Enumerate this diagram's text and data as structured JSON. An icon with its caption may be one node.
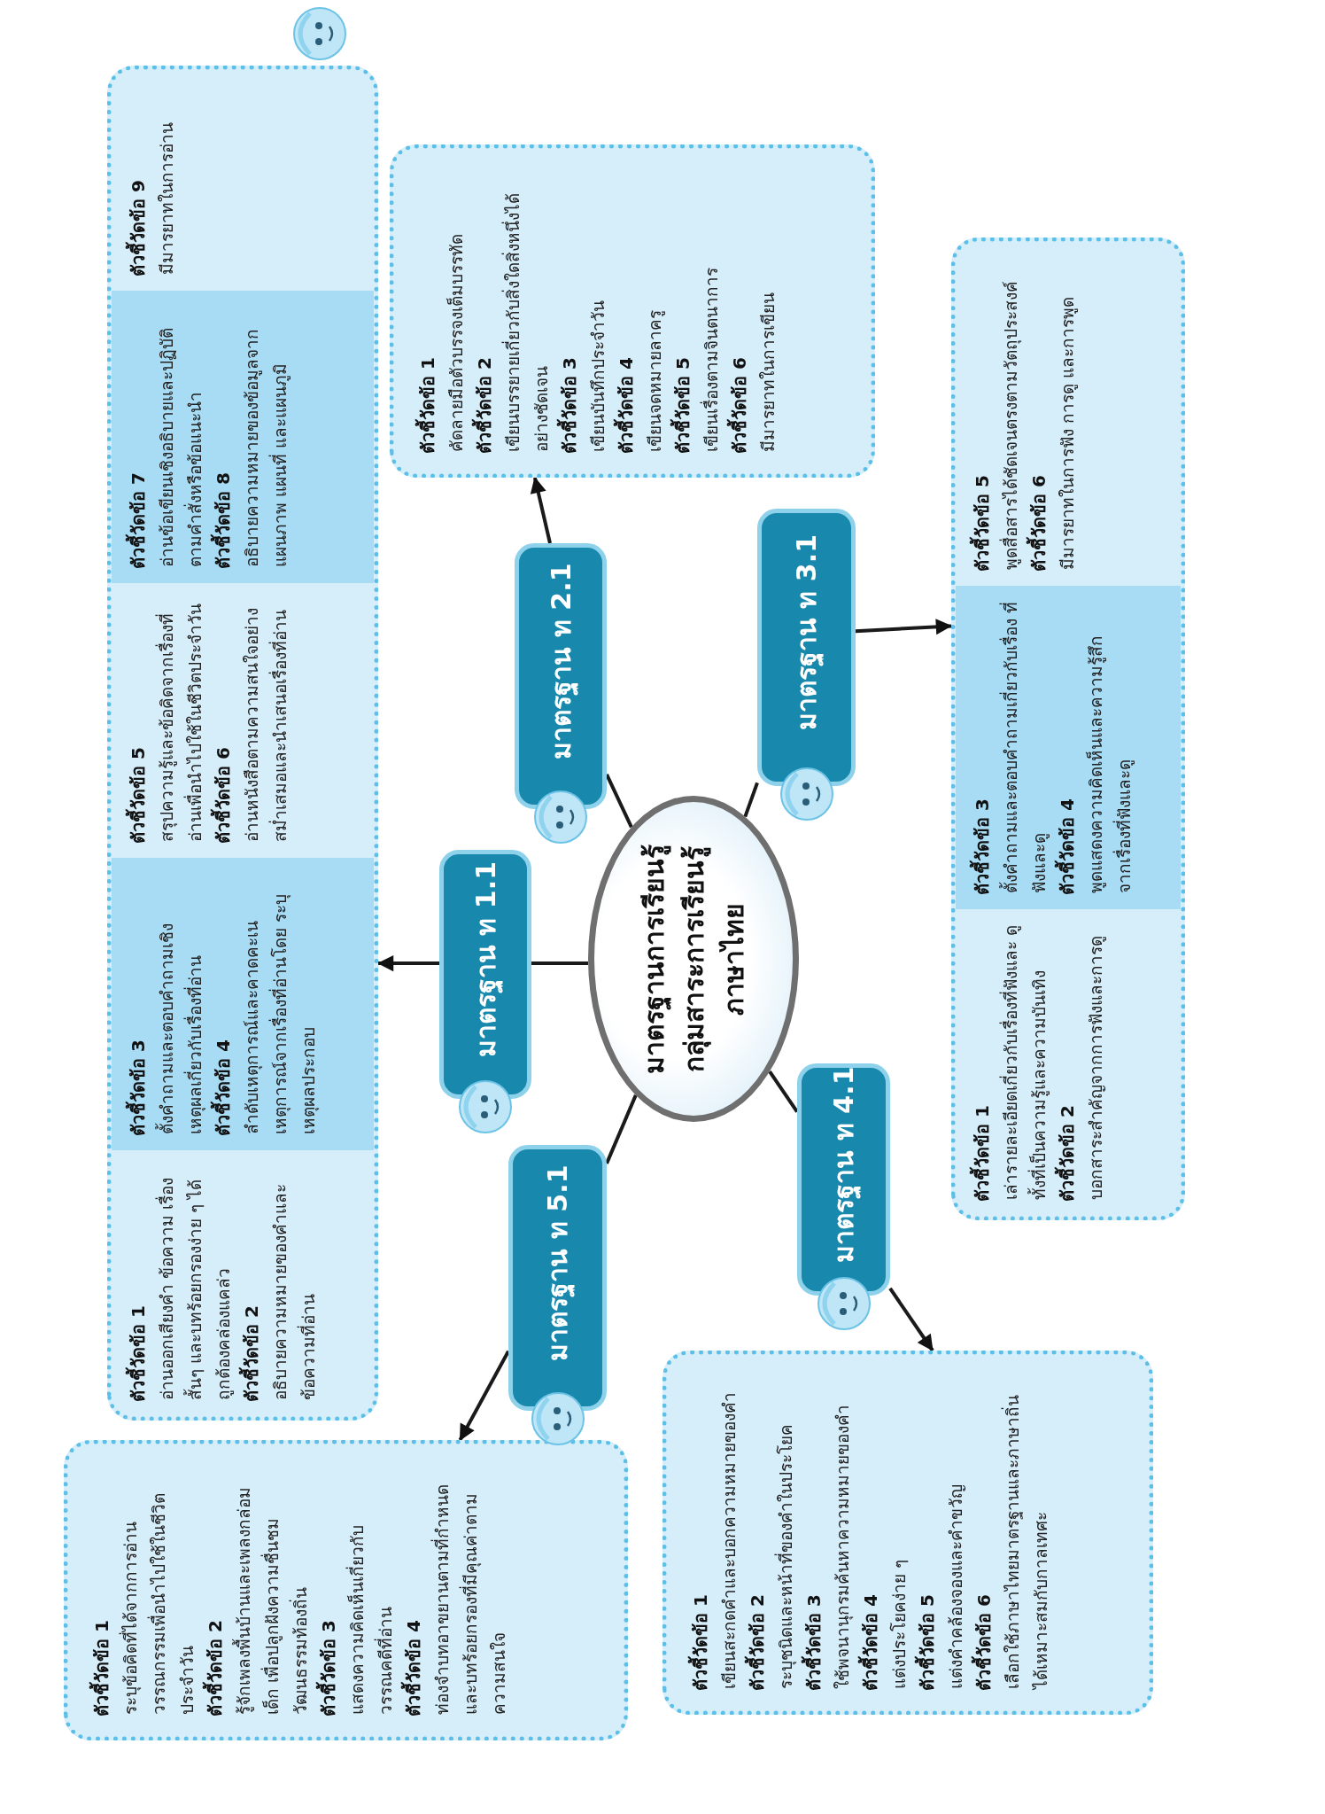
{
  "diagram": {
    "nodes": [
      {
        "text": [
          "มาตรฐานการเรียนรู้ กลุ่มสาระการเรียนรู้ ภาษาไทย"
        ]
      },
      {
        "text": [
          "มาตรฐาน ท 1.1"
        ]
      },
      {
        "text": [
          "มาตรฐาน ท 2.1"
        ]
      },
      {
        "text": [
          "มาตรฐาน ท 3.1"
        ]
      },
      {
        "text": [
          "มาตรฐาน ท 4.1"
        ]
      },
      {
        "text": [
          "มาตรฐาน ท 5.1"
        ]
      },
      {
        "text": [],
        "shape": "box"
      },
      {
        "text": [
          "ตัวชี้วัดข้อ 1",
          "อ่านออกเสียงคำ ข้อความ เรื่อง สั้นๆ และบทร้อยกรองง่าย ๆ ได้ ถูกต้องคล่องแคล่ว",
          "ตัวชี้วัดข้อ 2",
          "อธิบายความหมายของคำและ ข้อความที่อ่าน"
        ],
        "in": 6
      },
      {
        "text": [
          "ตัวชี้วัดข้อ 3",
          "ตั้งคำถามและตอบคำถามเชิง เหตุผลเกี่ยวกับเรื่องที่อ่าน",
          "ตัวชี้วัดข้อ 4",
          "ลำดับเหตุการณ์และคาดคะเน เหตุการณ์จากเรื่องที่อ่านโดย ระบุเหตุผลประกอบ"
        ],
        "in": 6
      },
      {
        "text": [
          "ตัวชี้วัดข้อ 5",
          "สรุปความรู้และข้อคิดจากเรื่องที่ อ่านเพื่อนำไปใช้ในชีวิตประจำวัน",
          "ตัวชี้วัดข้อ 6",
          "อ่านหนังสือตามความสนใจอย่าง สม่ำเสมอและนำเสนอเรื่องที่อ่าน"
        ],
        "in": 6
      },
      {
        "text": [
          "ตัวชี้วัดข้อ 7",
          "อ่านข้อเขียนเชิงอธิบายและปฏิบัติ ตามคำสั่งหรือข้อแนะนำ",
          "ตัวชี้วัดข้อ 8",
          "อธิบายความหมายของข้อมูลจาก แผนภาพ แผนที่ และแผนภูมิ"
        ],
        "in": 6
      },
      {
        "text": [
          "ตัวชี้วัดข้อ 9",
          "มีมารยาทในการอ่าน"
        ],
        "in": 6
      },
      {
        "text": [
          "ตัวชี้วัดข้อ 1",
          "คัดลายมือตัวบรรจงเต็มบรรทัด",
          "ตัวชี้วัดข้อ 2",
          "เขียนบรรยายเกี่ยวกับสิ่งใดสิ่งหนึ่งได้ อย่างชัดเจน",
          "ตัวชี้วัดข้อ 3",
          "เขียนบันทึกประจำวัน",
          "ตัวชี้วัดข้อ 4",
          "เขียนจดหมายลาครู",
          "ตัวชี้วัดข้อ 5",
          "เขียนเรื่องตามจินตนาการ",
          "ตัวชี้วัดข้อ 6",
          "มีมารยาทในการเขียน"
        ]
      },
      {
        "text": [],
        "shape": "box"
      },
      {
        "text": [
          "ตัวชี้วัดข้อ 1",
          "เล่ารายละเอียดเกี่ยวกับเรื่องที่ฟังและ ดูทั้งที่เป็นความรู้และความบันเทิง",
          "ตัวชี้วัดข้อ 2",
          "บอกสาระสำคัญจากการฟังและการดู"
        ],
        "in": 13
      },
      {
        "text": [
          "ตัวชี้วัดข้อ 3",
          "ตั้งคำถามและตอบคำถามเกี่ยวกับเรื่อง ที่ฟังและดู",
          "ตัวชี้วัดข้อ 4",
          "พูดแสดงความคิดเห็นและความรู้สึก จากเรื่องที่ฟังและดู"
        ],
        "in": 13
      },
      {
        "text": [
          "ตัวชี้วัดข้อ 5",
          "พูดสื่อสารได้ชัดเจนตรงตามวัตถุประสงค์",
          "ตัวชี้วัดข้อ 6",
          "มีมารยาทในการฟัง การดู และการพูด"
        ],
        "in": 13
      },
      {
        "text": [
          "ตัวชี้วัดข้อ 1",
          "เขียนสะกดคำและบอกความหมายของคำ",
          "ตัวชี้วัดข้อ 2",
          "ระบุชนิดและหน้าที่ของคำในประโยค",
          "ตัวชี้วัดข้อ 3",
          "ใช้พจนานุกรมค้นหาความหมายของคำ",
          "ตัวชี้วัดข้อ 4",
          "แต่งประโยคง่าย ๆ",
          "ตัวชี้วัดข้อ 5",
          "แต่งคำคล้องจองและคำขวัญ",
          "ตัวชี้วัดข้อ 6",
          "เลือกใช้ภาษาไทยมาตรฐานและภาษาถิ่น ได้เหมาะสมกับกาลเทศะ"
        ]
      },
      {
        "text": [
          "ตัวชี้วัดข้อ 1",
          "ระบุข้อคิดที่ได้จากการอ่าน วรรณกรรมเพื่อนำไปใช้ในชีวิต ประจำวัน",
          "ตัวชี้วัดข้อ 2",
          "รู้จักเพลงพื้นบ้านและเพลงกล่อม เด็ก เพื่อปลูกฝังความชื่นชม วัฒนธรรมท้องถิ่น",
          "ตัวชี้วัดข้อ 3",
          "แสดงความคิดเห็นเกี่ยวกับ วรรณคดีที่อ่าน",
          "ตัวชี้วัดข้อ 4",
          "ท่องจำบทอาขยานตามที่กำหนด และบทร้อยกรองที่มีคุณค่าตาม ความสนใจ"
        ]
      }
    ],
    "edges": [
      {
        "from": 0,
        "to": 1,
        "arrow": "none"
      },
      {
        "from": 1,
        "to": 6,
        "arrow": "to"
      },
      {
        "from": 0,
        "to": 2,
        "arrow": "none"
      },
      {
        "from": 2,
        "to": 12,
        "arrow": "to"
      },
      {
        "from": 0,
        "to": 3,
        "arrow": "none"
      },
      {
        "from": 3,
        "to": 13,
        "arrow": "to"
      },
      {
        "from": 0,
        "to": 4,
        "arrow": "none"
      },
      {
        "from": 4,
        "to": 17,
        "arrow": "to"
      },
      {
        "from": 0,
        "to": 5,
        "arrow": "none"
      },
      {
        "from": 5,
        "to": 18,
        "arrow": "to"
      }
    ]
  }
}
